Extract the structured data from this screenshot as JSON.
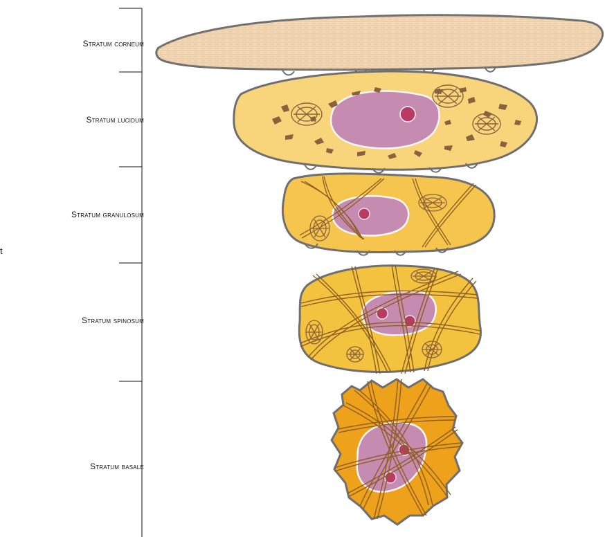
{
  "labels": {
    "corneum": "Stratum corneum",
    "lucidum": "Stratum lucidum",
    "granulosum": "Stratum granulosum",
    "spinosum": "Stratum spinosum",
    "basale": "Stratum basale",
    "edge_fragment": "t"
  },
  "colors": {
    "outline": "#6f6f6f",
    "corneum_fill": "#f3d8b7",
    "corneum_streak": "#c59a6e",
    "lucidum_fill": "#f8d47a",
    "granulosum_fill": "#f5c54d",
    "spinosum_fill": "#f3c23f",
    "basale_fill": "#eea11a",
    "nucleus": "#c68bb0",
    "nucleus_edge": "#fff7f7",
    "nucleolus": "#b93b64",
    "granule": "#8b623f",
    "filament": "#8c5d22"
  }
}
